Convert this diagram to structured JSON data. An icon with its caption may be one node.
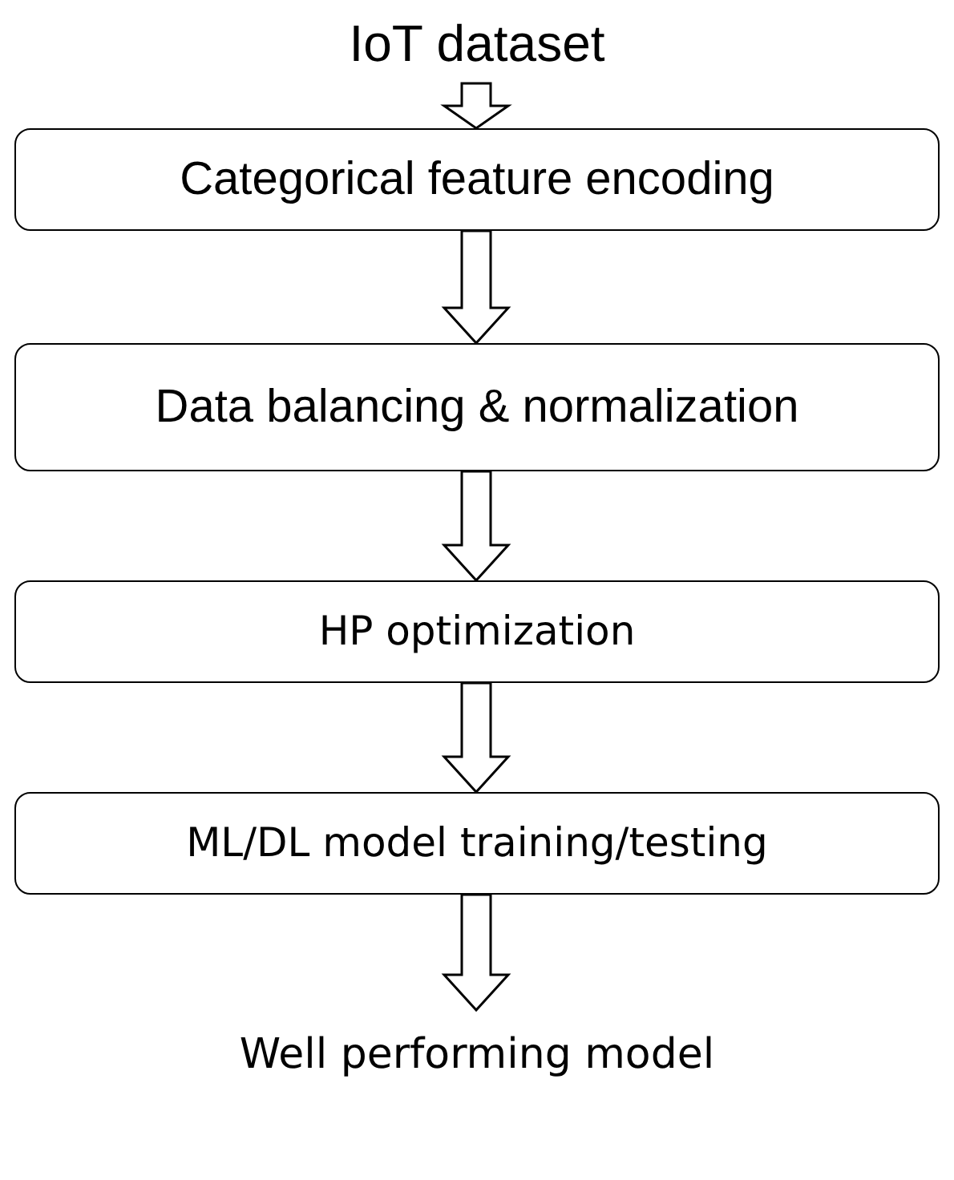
{
  "diagram": {
    "nodes": [
      {
        "text": [
          "IoT dataset"
        ]
      },
      {
        "text": [
          "Categorical feature encoding"
        ]
      },
      {
        "text": [
          "Data balancing & normalization"
        ]
      },
      {
        "text": [
          "HP optimization"
        ]
      },
      {
        "text": [
          "ML/DL model training/testing"
        ]
      },
      {
        "text": [
          "Well performing model"
        ]
      }
    ],
    "edges": [
      {
        "from": 0,
        "to": 1,
        "arrow": "to"
      },
      {
        "from": 1,
        "to": 2,
        "arrow": "to"
      },
      {
        "from": 2,
        "to": 3,
        "arrow": "to"
      },
      {
        "from": 3,
        "to": 4,
        "arrow": "to"
      },
      {
        "from": 4,
        "to": 5,
        "arrow": "to"
      }
    ]
  }
}
